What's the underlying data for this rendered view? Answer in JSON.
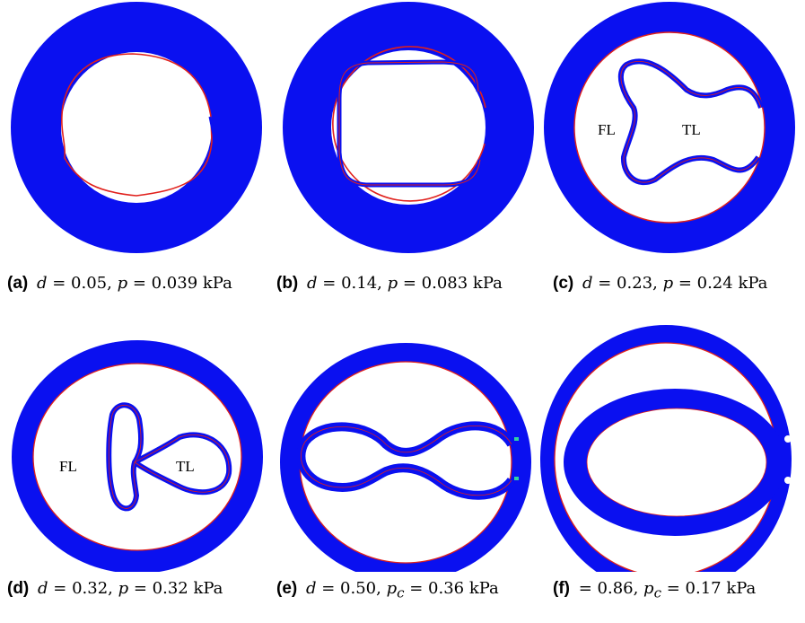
{
  "colors": {
    "wall": "#0a10f0",
    "outline": "#e0201c",
    "background": "#ffffff"
  },
  "panels": [
    {
      "tag": "(a)",
      "d_label": "d",
      "d": "0.05",
      "p_label": "p",
      "p_sub": "",
      "p": "0.039",
      "unit": "kPa",
      "labels": {
        "fl": "",
        "tl": ""
      }
    },
    {
      "tag": "(b)",
      "d_label": "d",
      "d": "0.14",
      "p_label": "p",
      "p_sub": "",
      "p": "0.083",
      "unit": "kPa",
      "labels": {
        "fl": "",
        "tl": ""
      }
    },
    {
      "tag": "(c)",
      "d_label": "d",
      "d": "0.23",
      "p_label": "p",
      "p_sub": "",
      "p": "0.24",
      "unit": "kPa",
      "labels": {
        "fl": "FL",
        "tl": "TL"
      }
    },
    {
      "tag": "(d)",
      "d_label": "d",
      "d": "0.32",
      "p_label": "p",
      "p_sub": "",
      "p": "0.32",
      "unit": "kPa",
      "labels": {
        "fl": "FL",
        "tl": "TL"
      }
    },
    {
      "tag": "(e)",
      "d_label": "d",
      "d": "0.50",
      "p_label": "p",
      "p_sub": "c",
      "p": "0.36",
      "unit": "kPa",
      "labels": {
        "fl": "",
        "tl": ""
      }
    },
    {
      "tag": "(f)",
      "d_label": "",
      "d": "0.86",
      "p_label": "p",
      "p_sub": "c",
      "p": "0.17",
      "unit": "kPa",
      "labels": {
        "fl": "",
        "tl": ""
      }
    }
  ]
}
